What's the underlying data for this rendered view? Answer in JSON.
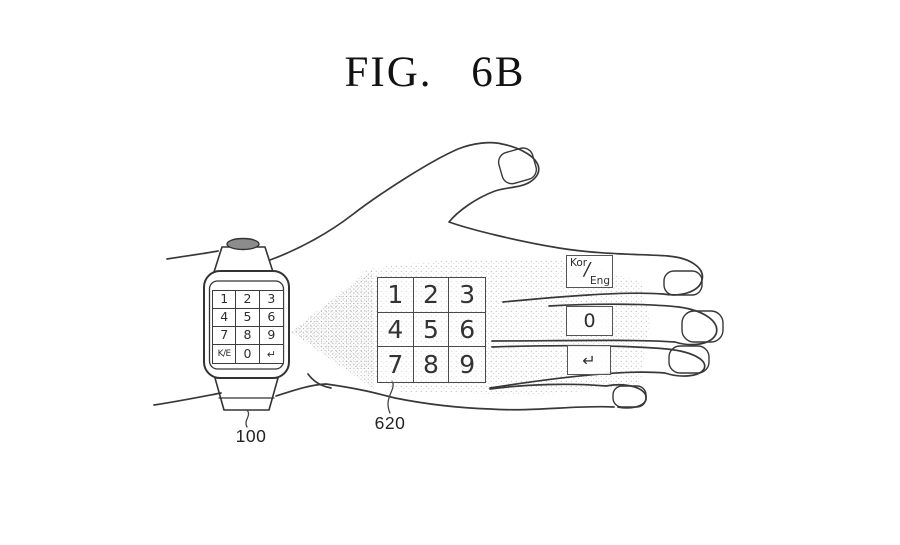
{
  "figure_title": "FIG. 6B",
  "reference_labels": {
    "watch": "100",
    "projected_keypad": "620"
  },
  "watch_keypad": {
    "rows": [
      [
        "1",
        "2",
        "3"
      ],
      [
        "4",
        "5",
        "6"
      ],
      [
        "7",
        "8",
        "9"
      ],
      [
        "K/E",
        "0",
        "↵"
      ]
    ]
  },
  "projected_keypad": {
    "rows": [
      [
        "1",
        "2",
        "3"
      ],
      [
        "4",
        "5",
        "6"
      ],
      [
        "7",
        "8",
        "9"
      ]
    ]
  },
  "finger_keys": {
    "lang_toggle_top": "Kor",
    "lang_toggle_slash": "/",
    "lang_toggle_bottom": "Eng",
    "zero": "0",
    "enter": "↵"
  },
  "colors": {
    "ink": "#383838",
    "background": "#ffffff"
  }
}
